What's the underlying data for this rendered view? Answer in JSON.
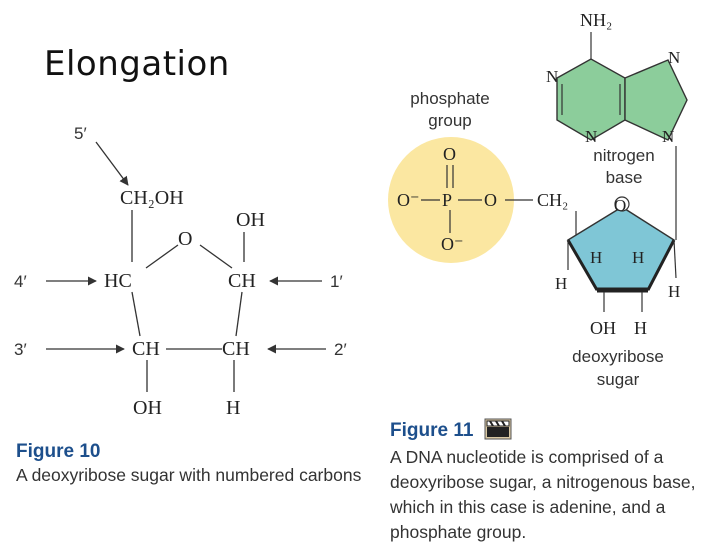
{
  "slide": {
    "title": "Elongation"
  },
  "figure10": {
    "caption_title": "Figure 10",
    "caption_text": "A deoxyribose sugar with numbered carbons",
    "carbon_labels": {
      "c5": "5′",
      "c4": "4′",
      "c3": "3′",
      "c2": "2′",
      "c1": "1′"
    },
    "groups": {
      "ch2oh": "CH₂OH",
      "ring_o": "O",
      "oh_top": "OH",
      "hc": "HC",
      "ch_right": "CH",
      "ch_bottom_left": "CH",
      "ch_bottom_right": "CH",
      "oh_bottom": "OH",
      "h_bottom": "H"
    }
  },
  "figure11": {
    "caption_title": "Figure 11",
    "caption_icon": "film-clapper-icon",
    "caption_text": "A DNA nucleotide is comprised of a deoxyribose sugar, a nitrogenous base, which in this case is adenine, and a phosphate group.",
    "labels": {
      "phosphate_group_line1": "phosphate",
      "phosphate_group_line2": "group",
      "nitrogen_base_line1": "nitrogen",
      "nitrogen_base_line2": "base",
      "deoxyribose_line1": "deoxyribose",
      "deoxyribose_line2": "sugar"
    },
    "phosphate": {
      "o_top": "O",
      "o_left": "O⁻",
      "p": "P",
      "o_right": "O",
      "o_bottom": "O⁻"
    },
    "sugar_atoms": {
      "ch2": "CH₂",
      "ring_o": "O",
      "h1": "H",
      "h2": "H",
      "h_left": "H",
      "h_right": "H",
      "oh": "OH",
      "h_bottom": "H"
    },
    "base_atoms": {
      "nh2": "NH₂",
      "n1": "N",
      "n2": "N",
      "n3": "N",
      "n4": "N"
    },
    "colors": {
      "phosphate_fill": "#fbe7a1",
      "base_fill": "#8ccd9b",
      "sugar_fill": "#7fc6d6",
      "caption_title": "#1d4f8c"
    }
  }
}
